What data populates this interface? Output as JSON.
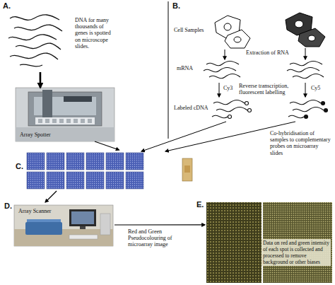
{
  "diagram": {
    "nodes": [
      {
        "text": [
          "DNA for many thousands of genes is spotted on microscope slides."
        ]
      },
      {
        "text": [
          "Array Spotter"
        ]
      },
      {
        "text": [
          "C."
        ]
      },
      {
        "text": [
          "D.",
          "Array Scanner"
        ]
      },
      {
        "text": [
          "E.",
          "Data on red and green intensity of each spot is collected and processed to remove background or other biases"
        ]
      }
    ],
    "edges": [
      {
        "from": 0,
        "to": 1,
        "arrow": "to"
      },
      {
        "from": 1,
        "to": 2,
        "arrow": "to"
      },
      {
        "from": 2,
        "to": 3,
        "arrow": "to"
      },
      {
        "from": 3,
        "to": 4,
        "label": "Red and Green Pseudocolouring of microarray image",
        "arrow": "to"
      }
    ],
    "labels": [
      "A.",
      "B.",
      "Cell Samples",
      "Extraction of RNA",
      "mRNA",
      "Cy3",
      "Reverse transcription, fluorescent labelling",
      "Cy5",
      "Labeled cDNA",
      "Co-hybridisation of samples to complementary probes on microarray slides"
    ]
  }
}
